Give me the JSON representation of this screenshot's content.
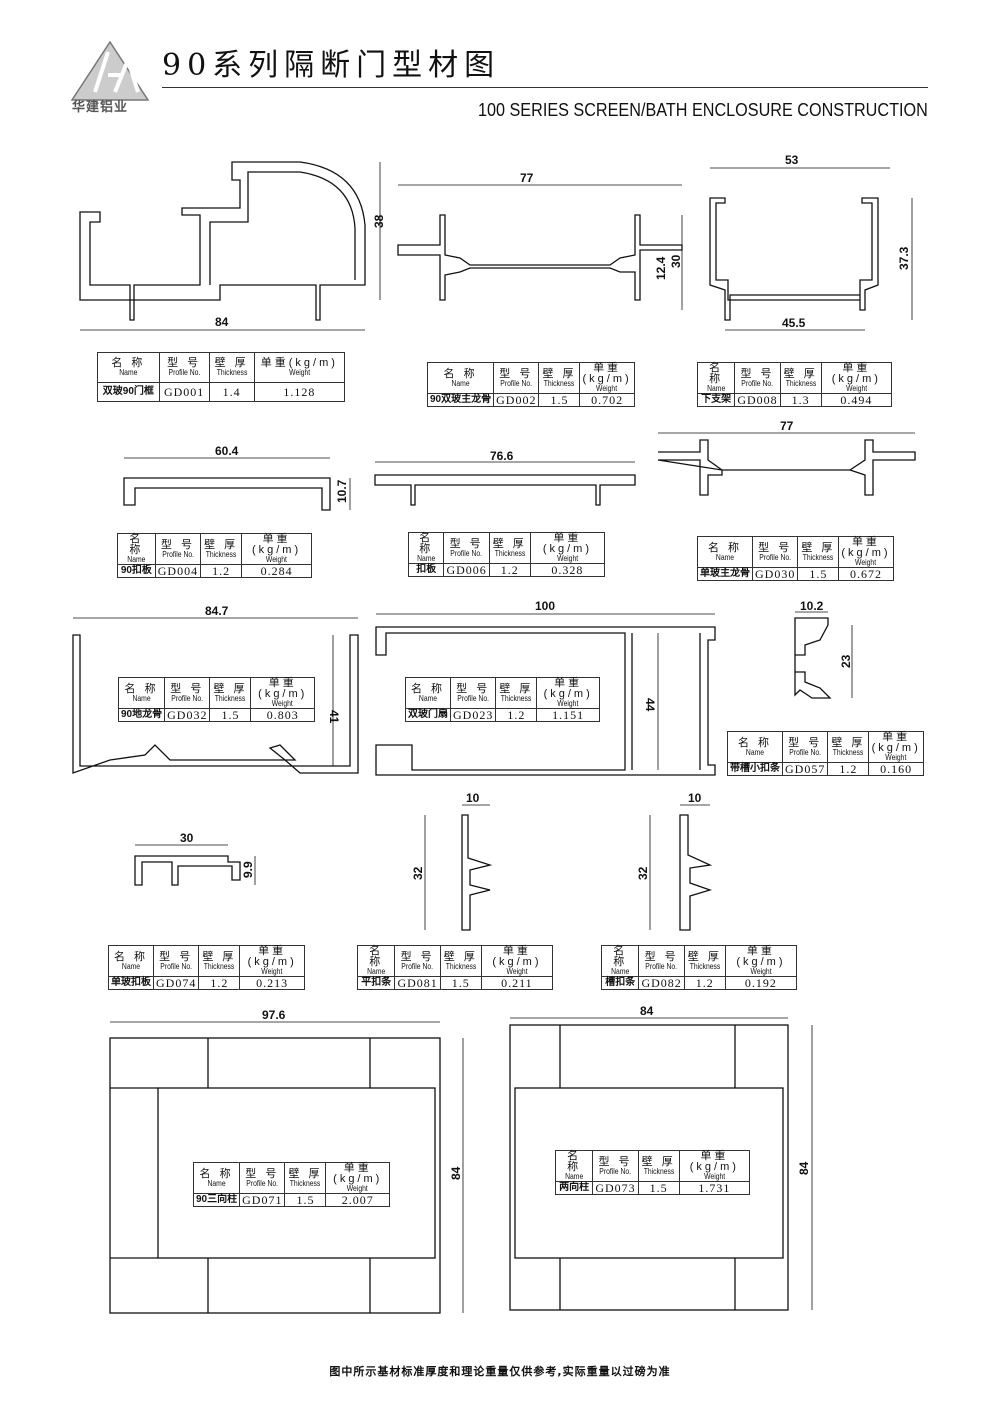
{
  "header": {
    "title": "90系列隔断门型材图",
    "subtitle": "100 SERIES SCREEN/BATH ENCLOSURE CONSTRUCTION",
    "logo_text": "华建铝业"
  },
  "table_headers": {
    "name_cn": "名 称",
    "name_en": "Name",
    "profile_cn": "型 号",
    "profile_en": "Profile No.",
    "thickness_cn": "壁 厚",
    "thickness_en": "Thickness",
    "weight_cn": "单重(kg/m)",
    "weight_en": "Weight"
  },
  "profiles": [
    {
      "name": "双玻90门框",
      "profile_no": "GD001",
      "thickness": "1.4",
      "weight": "1.128"
    },
    {
      "name": "90双玻主龙骨",
      "profile_no": "GD002",
      "thickness": "1.5",
      "weight": "0.702"
    },
    {
      "name": "下支架",
      "profile_no": "GD008",
      "thickness": "1.3",
      "weight": "0.494"
    },
    {
      "name": "90扣板",
      "profile_no": "GD004",
      "thickness": "1.2",
      "weight": "0.284"
    },
    {
      "name": "扣板",
      "profile_no": "GD006",
      "thickness": "1.2",
      "weight": "0.328"
    },
    {
      "name": "单玻主龙骨",
      "profile_no": "GD030",
      "thickness": "1.5",
      "weight": "0.672"
    },
    {
      "name": "90地龙骨",
      "profile_no": "GD032",
      "thickness": "1.5",
      "weight": "0.803"
    },
    {
      "name": "双玻门扇",
      "profile_no": "GD023",
      "thickness": "1.2",
      "weight": "1.151"
    },
    {
      "name": "带槽小扣条",
      "profile_no": "GD057",
      "thickness": "1.2",
      "weight": "0.160"
    },
    {
      "name": "单玻扣板",
      "profile_no": "GD074",
      "thickness": "1.2",
      "weight": "0.213"
    },
    {
      "name": "平扣条",
      "profile_no": "GD081",
      "thickness": "1.5",
      "weight": "0.211"
    },
    {
      "name": "槽扣条",
      "profile_no": "GD082",
      "thickness": "1.2",
      "weight": "0.192"
    },
    {
      "name": "90三向柱",
      "profile_no": "GD071",
      "thickness": "1.5",
      "weight": "2.007"
    },
    {
      "name": "两向柱",
      "profile_no": "GD073",
      "thickness": "1.5",
      "weight": "1.731"
    }
  ],
  "dimensions": [
    "84",
    "38",
    "77",
    "12.4",
    "30",
    "53",
    "37.3",
    "45.5",
    "60.4",
    "10.7",
    "76.6",
    "77",
    "84.7",
    "41",
    "100",
    "44",
    "10.2",
    "23",
    "30",
    "9.9",
    "10",
    "32",
    "10",
    "32",
    "97.6",
    "84",
    "84",
    "84"
  ],
  "footer": "图中所示基材标准厚度和理论重量仅供参考,实际重量以过磅为准"
}
